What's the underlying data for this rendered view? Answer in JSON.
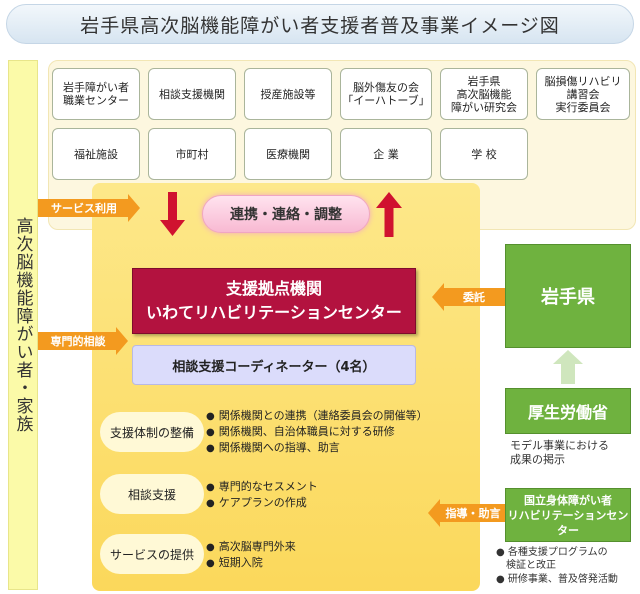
{
  "title": "岩手県高次脳機能障がい者支援者普及事業イメージ図",
  "left_bar": "高次脳機能障がい者・家族",
  "organizations_row1": [
    "岩手障がい者\n職業センター",
    "相談支援機関",
    "授産施設等",
    "脳外傷友の会\n「イーハトーブ」",
    "岩手県\n高次脳機能\n障がい研究会",
    "脳損傷リハビリ\n講習会\n実行委員会"
  ],
  "organizations_row2": [
    "福祉施設",
    "市町村",
    "医療機関",
    "企 業",
    "学 校"
  ],
  "coordination": "連携・連絡・調整",
  "arrow_labels": {
    "service_use": "サービス利用",
    "specialist_consult": "専門的相談",
    "entrust": "委託",
    "guidance": "指導・助言"
  },
  "center": {
    "line1": "支援拠点機関",
    "line2": "いわてリハビリテーションセンター"
  },
  "coordinator": "相談支援コーディネーター（4名）",
  "activities": [
    {
      "label": "支援体制の整備",
      "bullets": [
        "関係機関との連携（連絡委員会の開催等）",
        "関係機関、自治体職員に対する研修",
        "関係機関への指導、助言"
      ]
    },
    {
      "label": "相談支援",
      "bullets": [
        "専門的なセスメント",
        "ケアプランの作成"
      ]
    },
    {
      "label": "サービスの提供",
      "bullets": [
        "高次脳専門外来",
        "短期入院"
      ]
    }
  ],
  "iwate": "岩手県",
  "kosei": "厚生労働省",
  "kosei_note": "モデル事業における\n成果の掲示",
  "kokuritsu": {
    "line1": "国立身体障がい者",
    "line2": "リハビリテーションセンター"
  },
  "kokuritsu_notes": [
    "各種支援プログラムの\n検証と改正",
    "研修事業、普及啓発活動"
  ],
  "colors": {
    "center": "#b3123f",
    "green": "#6fb23f",
    "red_arrow": "#d0122f",
    "orange_arrow": "#f39a1f"
  }
}
